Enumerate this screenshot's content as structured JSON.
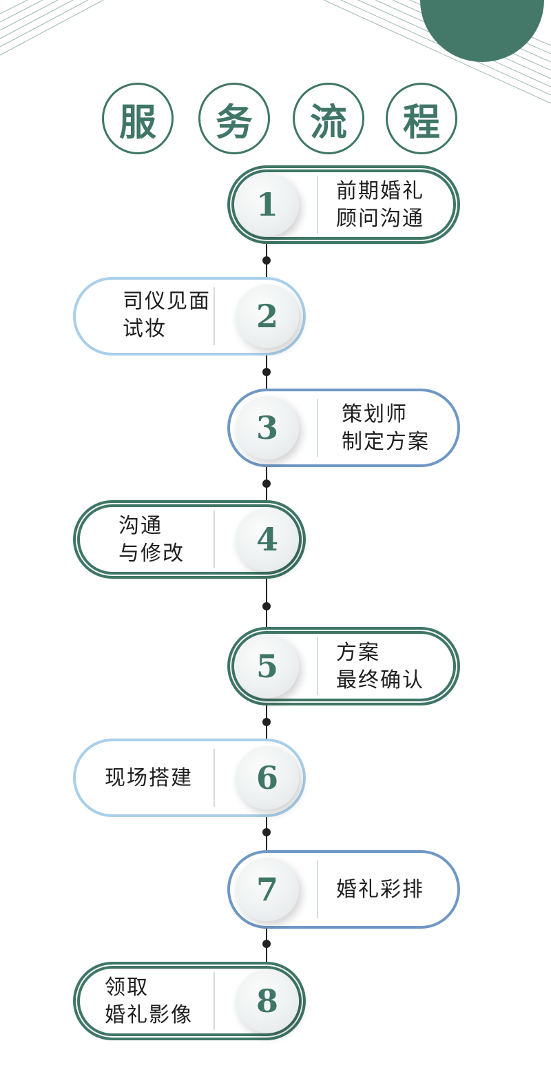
{
  "title": {
    "chars": [
      "服",
      "务",
      "流",
      "程"
    ]
  },
  "colors": {
    "green": "#3f7665",
    "light_blue": "#a9cfe9",
    "steel_blue": "#6f98c4"
  },
  "steps": [
    {
      "number": "1",
      "lines": [
        "前期婚礼",
        "顾问沟通"
      ]
    },
    {
      "number": "2",
      "lines": [
        "司仪见面",
        "试妆"
      ]
    },
    {
      "number": "3",
      "lines": [
        "策划师",
        "制定方案"
      ]
    },
    {
      "number": "4",
      "lines": [
        "沟通",
        "与修改"
      ]
    },
    {
      "number": "5",
      "lines": [
        "方案",
        "最终确认"
      ]
    },
    {
      "number": "6",
      "lines": [
        "现场搭建"
      ]
    },
    {
      "number": "7",
      "lines": [
        "婚礼彩排"
      ]
    },
    {
      "number": "8",
      "lines": [
        "领取",
        "婚礼影像"
      ]
    }
  ]
}
